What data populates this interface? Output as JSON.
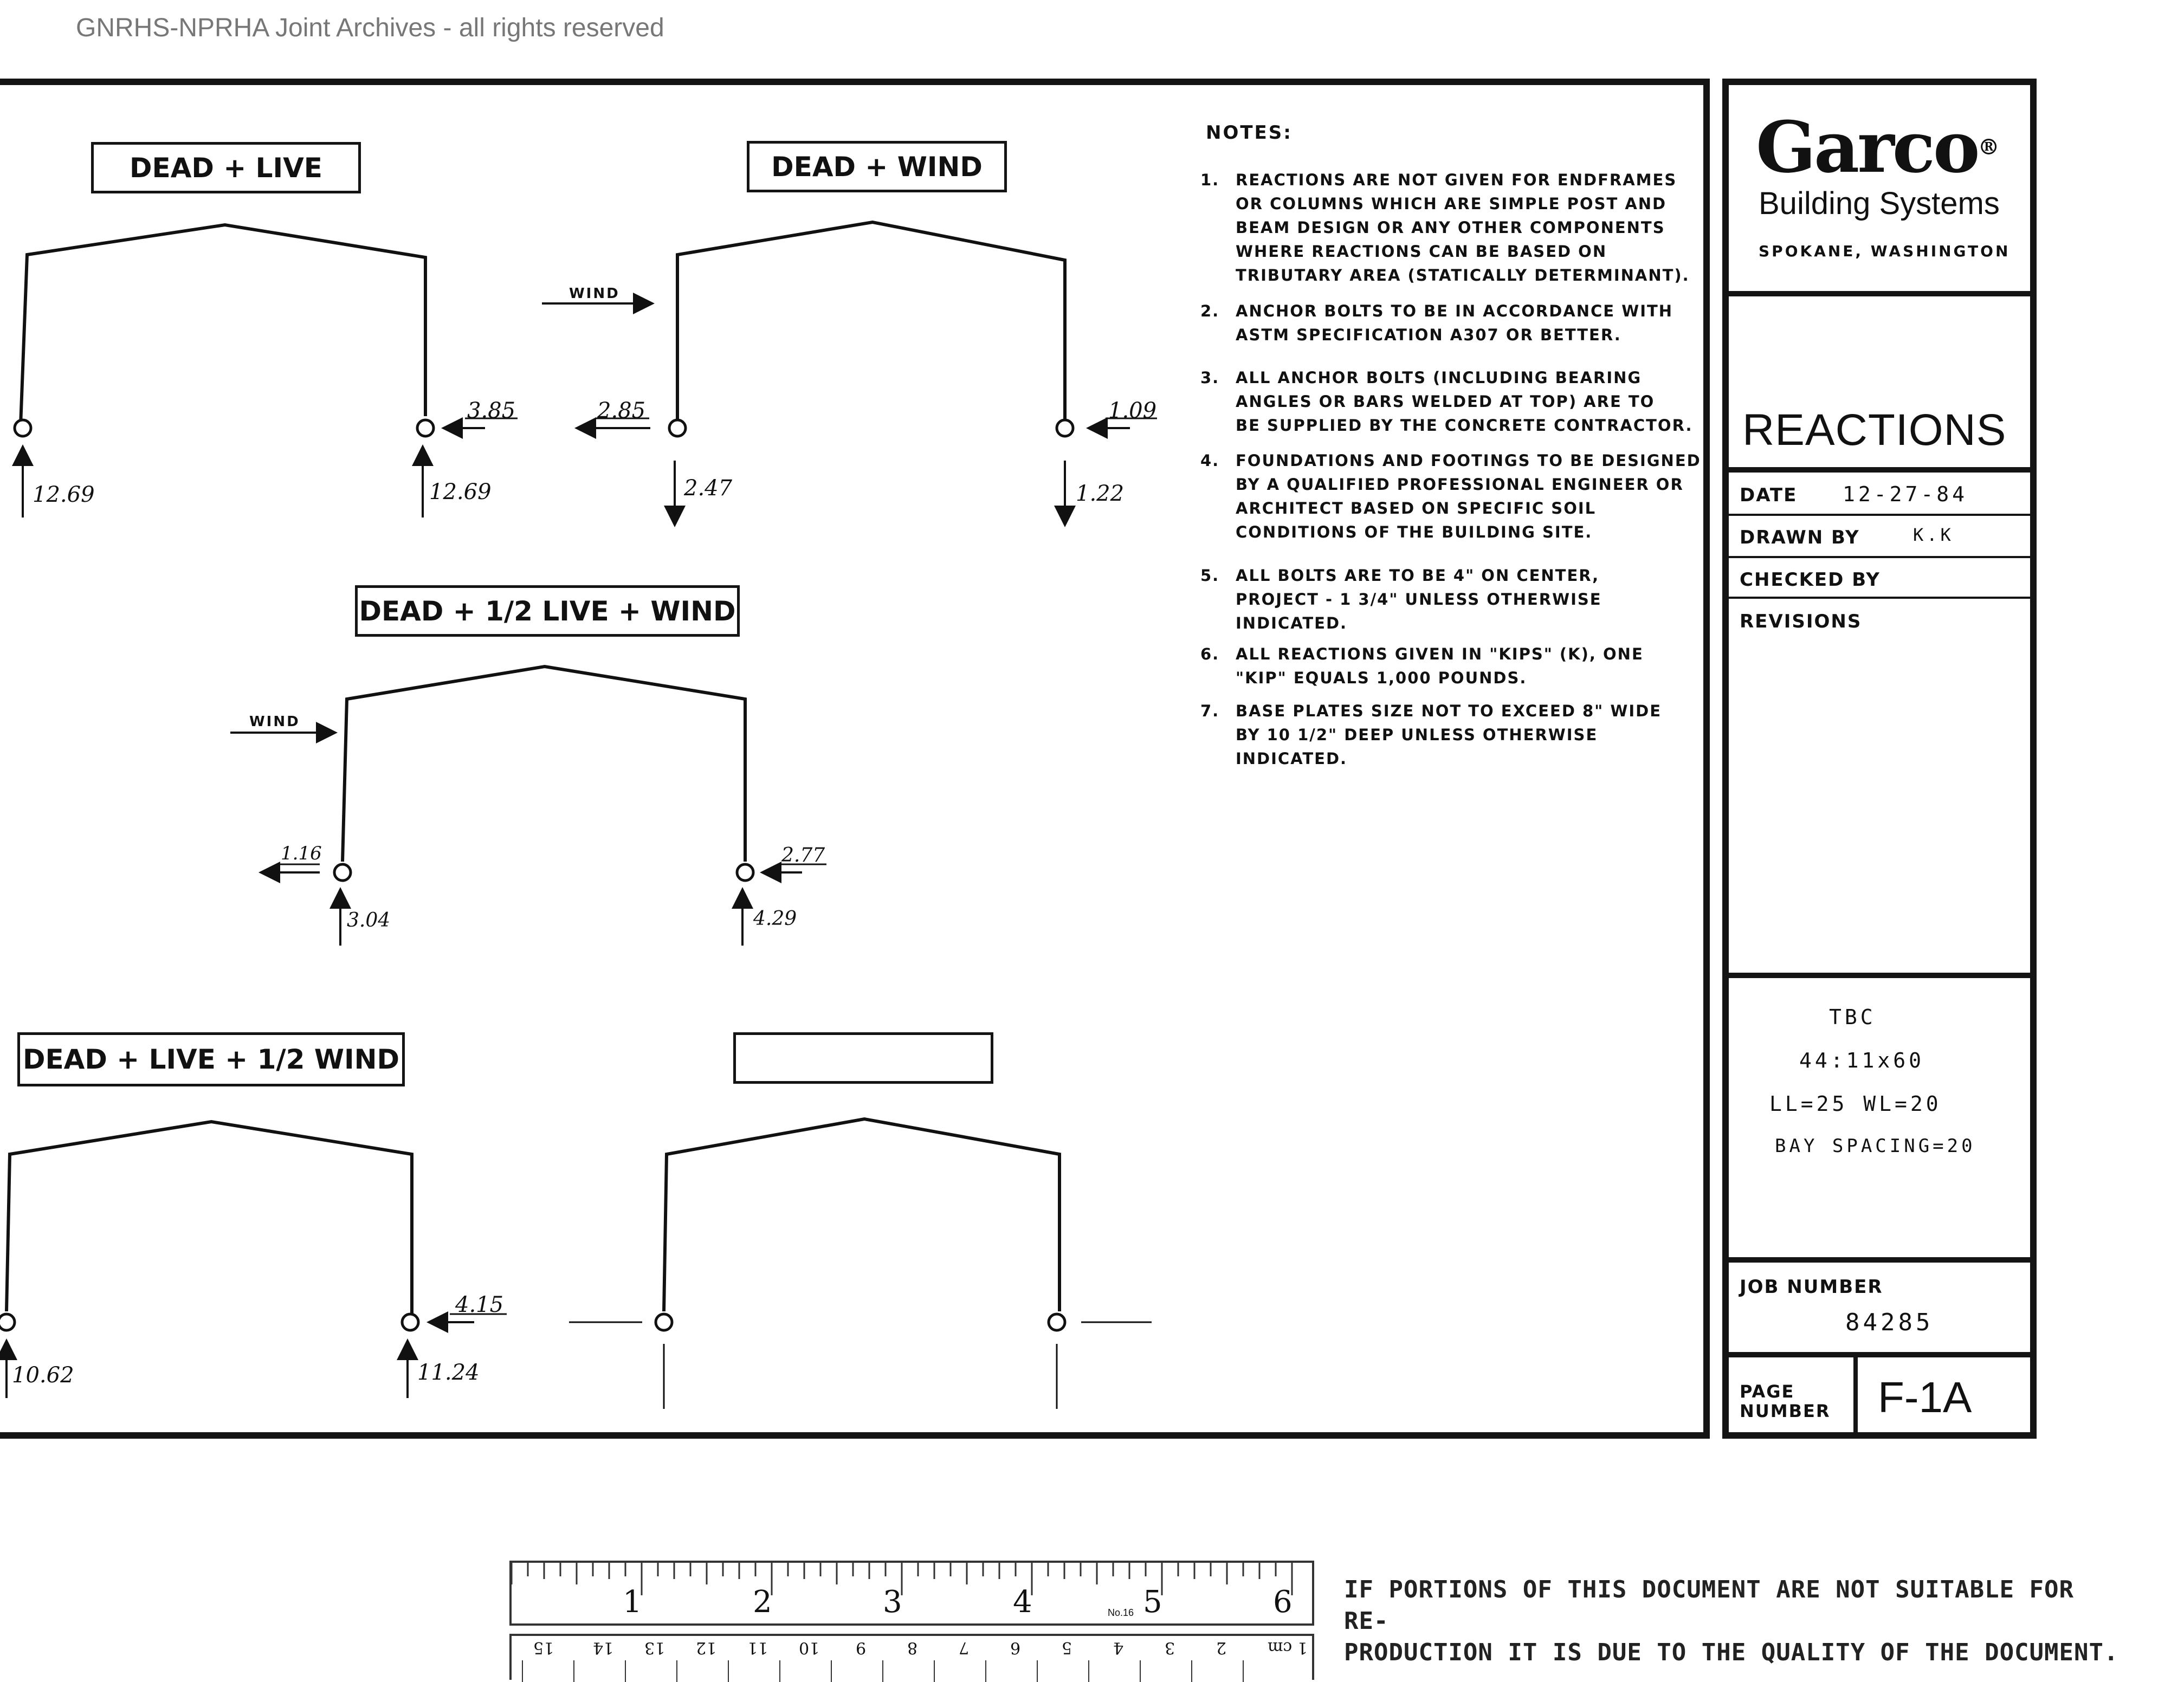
{
  "header": {
    "archive_text": "GNRHS-NPRHA Joint Archives - all rights reserved"
  },
  "frames": {
    "dead_live": {
      "title": "DEAD + LIVE",
      "left_vertical": "12.69",
      "right_vertical": "12.69",
      "right_horizontal": "3.85"
    },
    "dead_wind": {
      "title": "DEAD + WIND",
      "wind_label": "WIND",
      "left_horizontal": "2.85",
      "left_vertical": "2.47",
      "right_horizontal": "1.09",
      "right_vertical": "1.22"
    },
    "dead_half_live_wind": {
      "title": "DEAD + 1/2 LIVE + WIND",
      "wind_label": "WIND",
      "left_horizontal": "1.16",
      "left_vertical": "3.04",
      "right_horizontal": "2.77",
      "right_vertical": "4.29"
    },
    "dead_live_half_wind": {
      "title": "DEAD + LIVE + 1/2 WIND",
      "left_vertical": "10.62",
      "right_vertical": "11.24",
      "right_horizontal": "4.15"
    },
    "blank": {
      "title": ""
    }
  },
  "notes": {
    "title": "NOTES:",
    "items": [
      {
        "num": "1.",
        "text": "REACTIONS ARE NOT GIVEN FOR ENDFRAMES\nOR COLUMNS WHICH ARE SIMPLE POST AND\nBEAM DESIGN OR ANY OTHER COMPONENTS\nWHERE REACTIONS CAN BE BASED ON\nTRIBUTARY AREA (STATICALLY DETERMINANT)."
      },
      {
        "num": "2.",
        "text": "ANCHOR BOLTS TO BE IN ACCORDANCE WITH\nASTM SPECIFICATION A307 OR BETTER."
      },
      {
        "num": "3.",
        "text": "ALL ANCHOR BOLTS (INCLUDING BEARING\nANGLES OR BARS WELDED AT TOP) ARE TO\nBE SUPPLIED BY THE CONCRETE CONTRACTOR."
      },
      {
        "num": "4.",
        "text": "FOUNDATIONS AND FOOTINGS TO BE DESIGNED\nBY A QUALIFIED PROFESSIONAL ENGINEER OR\nARCHITECT BASED ON SPECIFIC SOIL\nCONDITIONS OF THE BUILDING SITE."
      },
      {
        "num": "5.",
        "text": "ALL BOLTS ARE TO BE 4\" ON CENTER,\nPROJECT - 1 3/4\" UNLESS OTHERWISE\nINDICATED."
      },
      {
        "num": "6.",
        "text": "ALL REACTIONS GIVEN IN \"KIPS\" (K), ONE\n\"KIP\" EQUALS 1,000 POUNDS."
      },
      {
        "num": "7.",
        "text": "BASE PLATES SIZE NOT TO EXCEED 8\" WIDE\nBY 10 1/2\" DEEP UNLESS OTHERWISE\nINDICATED."
      }
    ]
  },
  "title_block": {
    "company": "Garco",
    "registered": "®",
    "company_sub": "Building Systems",
    "location": "SPOKANE, WASHINGTON",
    "drawing_title": "REACTIONS",
    "date_label": "DATE",
    "date_value": "12-27-84",
    "drawn_by_label": "DRAWN BY",
    "drawn_by_value": "K.K",
    "checked_by_label": "CHECKED BY",
    "revisions_label": "REVISIONS",
    "spec_lines": [
      "TBC",
      "44:11x60",
      "LL=25   WL=20",
      "BAY SPACING=20"
    ],
    "job_number_label": "JOB NUMBER",
    "job_number_value": "84285",
    "page_number_label_1": "PAGE",
    "page_number_label_2": "NUMBER",
    "page_number_value": "F-1A"
  },
  "ruler": {
    "inch_numbers": [
      "1",
      "2",
      "3",
      "4",
      "5",
      "6"
    ],
    "model": "No.16",
    "cm_numbers": [
      "1 cm",
      "2",
      "3",
      "4",
      "5",
      "6",
      "7",
      "8",
      "9",
      "10",
      "11",
      "12",
      "13",
      "14",
      "15"
    ]
  },
  "disclaimer": {
    "line1": "IF PORTIONS OF THIS DOCUMENT ARE NOT SUITABLE FOR RE-",
    "line2": "PRODUCTION IT IS DUE TO THE QUALITY OF THE DOCUMENT."
  }
}
